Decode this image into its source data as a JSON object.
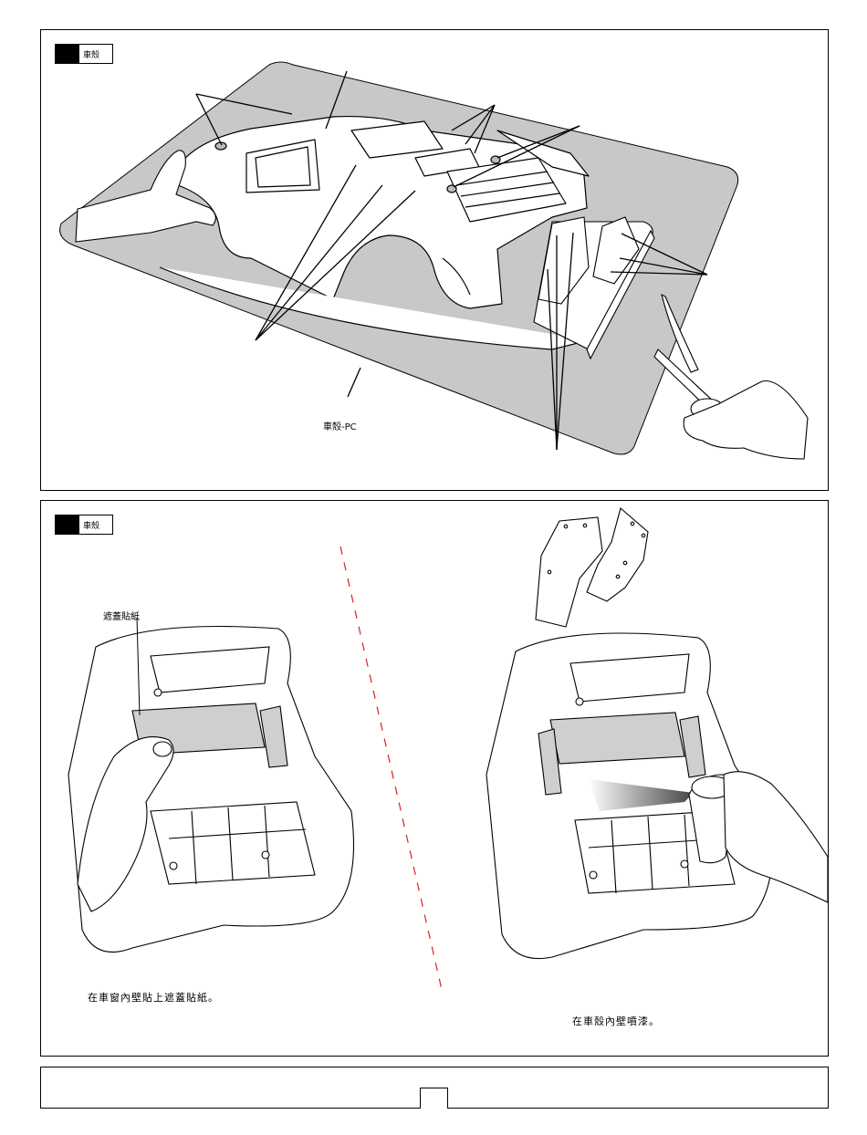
{
  "panel1": {
    "section_label": "車殼",
    "material_label": "車殼-PC"
  },
  "panel2": {
    "section_label": "車殼",
    "sticker_label": "遮蓋貼紙",
    "left_caption": "在車窗內壁貼上遮蓋貼紙。",
    "right_caption": "在車殼內壁噴漆。"
  },
  "footer": {
    "page_number": ""
  },
  "colors": {
    "sheet_gray": "#c8c8c8",
    "divider_red": "#d92020",
    "window_gray": "#cfcfcf"
  }
}
